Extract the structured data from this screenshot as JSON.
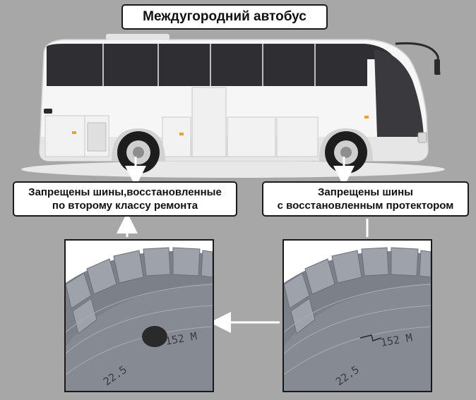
{
  "title": "Междугородний автобус",
  "labels": {
    "left": {
      "line1": "Запрещены шины,восстановленные",
      "line2": "по второму классу ремонта"
    },
    "right": {
      "line1": "Запрещены шины",
      "line2": "с восстановленным протектором"
    }
  },
  "tire_markings": {
    "left": {
      "size": "152 M",
      "rim": "22.5"
    },
    "right": {
      "size": "152 M",
      "rim": "22.5"
    }
  },
  "colors": {
    "background": "#a7a7a7",
    "bus_body": "#ffffff",
    "tire": "#7c8088",
    "tread": "#9a9ea6"
  }
}
